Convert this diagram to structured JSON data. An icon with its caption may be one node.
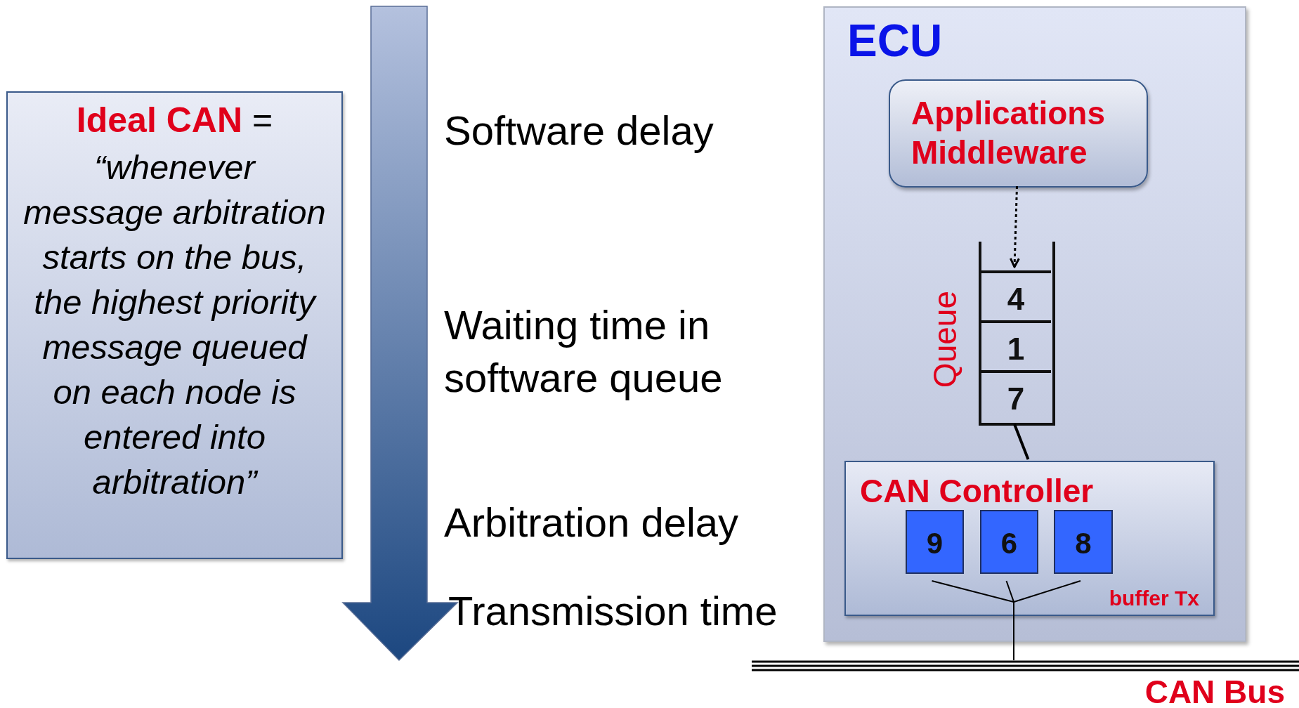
{
  "diagram": {
    "nodes": [
      {
        "text": [
          "**Ideal CAN** =",
          "“whenever message arbitration starts on the bus, the highest priority message queued on each node is entered into arbitration”"
        ]
      },
      {
        "text": [
          "ECU"
        ]
      },
      {
        "text": [
          "Applications Middleware"
        ],
        "in": 1
      },
      {
        "text": [
          "Queue"
        ],
        "in": 1
      },
      {
        "text": [
          "4"
        ],
        "in": 3
      },
      {
        "text": [
          "1"
        ],
        "in": 3
      },
      {
        "text": [
          "7"
        ],
        "in": 3
      },
      {
        "text": [
          "CAN Controller",
          "buffer Tx"
        ],
        "in": 1
      },
      {
        "text": [
          "9"
        ],
        "in": 7
      },
      {
        "text": [
          "6"
        ],
        "in": 7
      },
      {
        "text": [
          "8"
        ],
        "in": 7
      },
      {
        "text": [
          "CAN Bus"
        ]
      }
    ],
    "edges": [
      {
        "from": 2,
        "to": 3,
        "arrow": "to",
        "style": "dashed"
      },
      {
        "from": 3,
        "to": 7,
        "arrow": "none"
      },
      {
        "from": 8,
        "to": 11,
        "arrow": "none"
      },
      {
        "from": 9,
        "to": 11,
        "arrow": "none"
      },
      {
        "from": 10,
        "to": 11,
        "arrow": "none"
      }
    ],
    "labels": [
      "Software delay",
      "Waiting time in software queue",
      "Arbitration delay",
      "Transmission time"
    ]
  }
}
